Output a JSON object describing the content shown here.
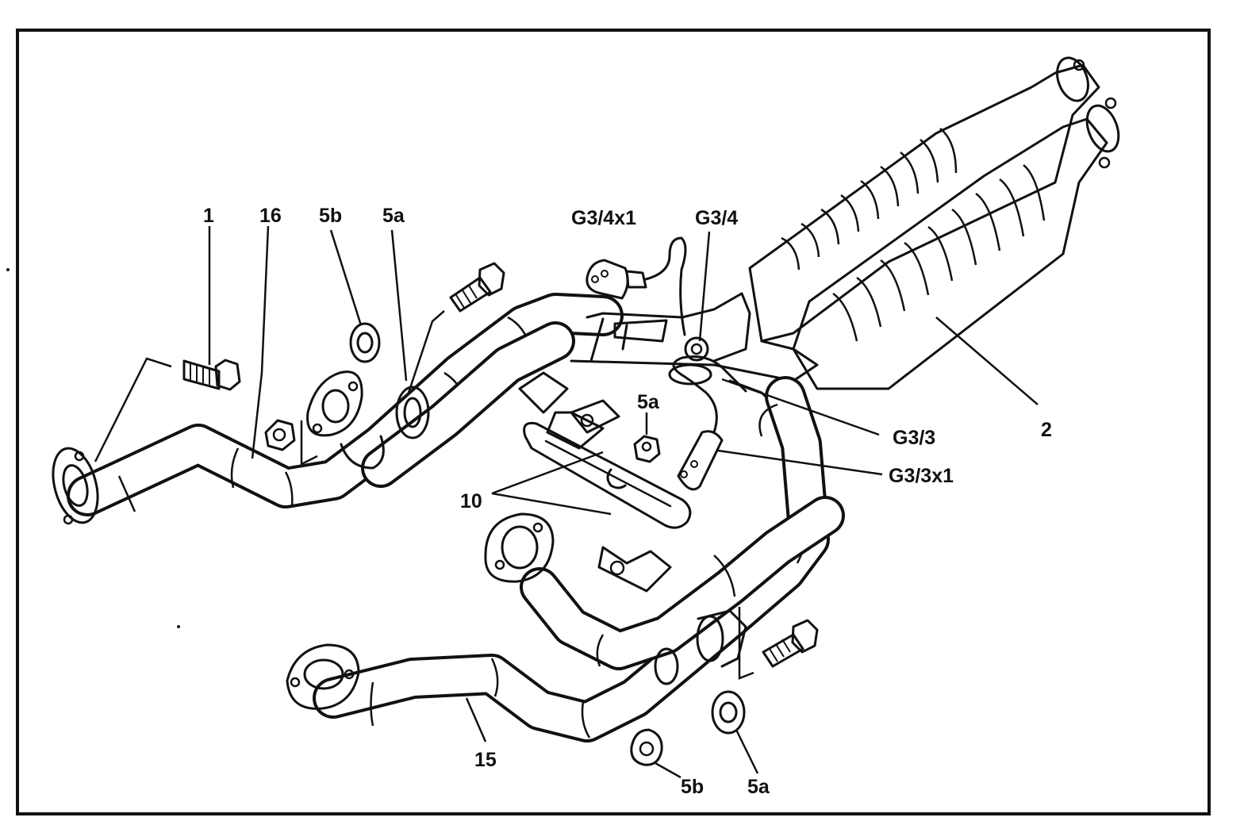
{
  "labels": {
    "l1": "1",
    "l16": "16",
    "l5b_top": "5b",
    "l5a_top": "5a",
    "lG34x1": "G3/4x1",
    "lG34": "G3/4",
    "l5a_mid": "5a",
    "lG33": "G3/3",
    "l2": "2",
    "lG33x1": "G3/3x1",
    "l10": "10",
    "l15": "15",
    "l5b_bot": "5b",
    "l5a_bot": "5a"
  },
  "colors": {
    "ink": "#111111",
    "paper": "#ffffff"
  }
}
